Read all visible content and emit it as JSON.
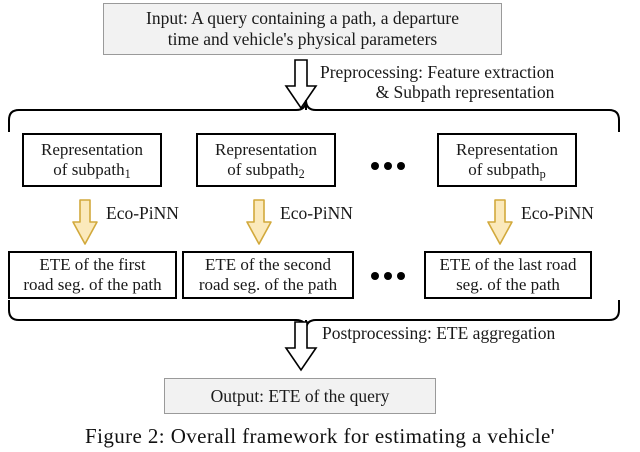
{
  "figure": {
    "caption": "Figure 2:  Overall framework for estimating a vehicle'",
    "colors": {
      "shaded_fill": "#f2f2f2",
      "shaded_border": "#9a9a9a",
      "box_border": "#000000",
      "arrow_fill": "#fbe9bb",
      "arrow_border": "#d2a93c",
      "outline_arrow_fill": "#ffffff",
      "text": "#1a1a1a"
    }
  },
  "input_box": {
    "name": "input-box",
    "line1": "Input: A query containing a path, a departure",
    "line2": "time and vehicle's physical parameters"
  },
  "preprocessing": {
    "arrow_name": "preprocessing-arrow",
    "line1": "Preprocessing: Feature extraction",
    "line2": "& Subpath representation"
  },
  "subpath_boxes": [
    {
      "name": "subpath-box-1",
      "line1": "Representation",
      "line2_prefix": "of subpath",
      "line2_sub": "1"
    },
    {
      "name": "subpath-box-2",
      "line1": "Representation",
      "line2_prefix": "of subpath",
      "line2_sub": "2"
    },
    {
      "name": "subpath-box-p",
      "line1": "Representation",
      "line2_prefix": "of subpath",
      "line2_sub": "p"
    }
  ],
  "model_arrows": [
    {
      "name": "eco-pinn-arrow-1",
      "label": "Eco-PiNN"
    },
    {
      "name": "eco-pinn-arrow-2",
      "label": "Eco-PiNN"
    },
    {
      "name": "eco-pinn-arrow-3",
      "label": "Eco-PiNN"
    }
  ],
  "ete_boxes": [
    {
      "name": "ete-box-first",
      "line1": "ETE of the first",
      "line2": "road seg. of the path"
    },
    {
      "name": "ete-box-second",
      "line1": "ETE of the second",
      "line2": "road seg. of the path"
    },
    {
      "name": "ete-box-last",
      "line1": "ETE of the last road",
      "line2": "seg. of the path"
    }
  ],
  "postprocessing": {
    "arrow_name": "postprocessing-arrow",
    "line1": "Postprocessing: ETE aggregation"
  },
  "output_box": {
    "name": "output-box",
    "line1": "Output: ETE of the query"
  },
  "ellipses": {
    "top_name": "ellipsis-subpath-row",
    "bottom_name": "ellipsis-ete-row",
    "glyph": "•••"
  }
}
